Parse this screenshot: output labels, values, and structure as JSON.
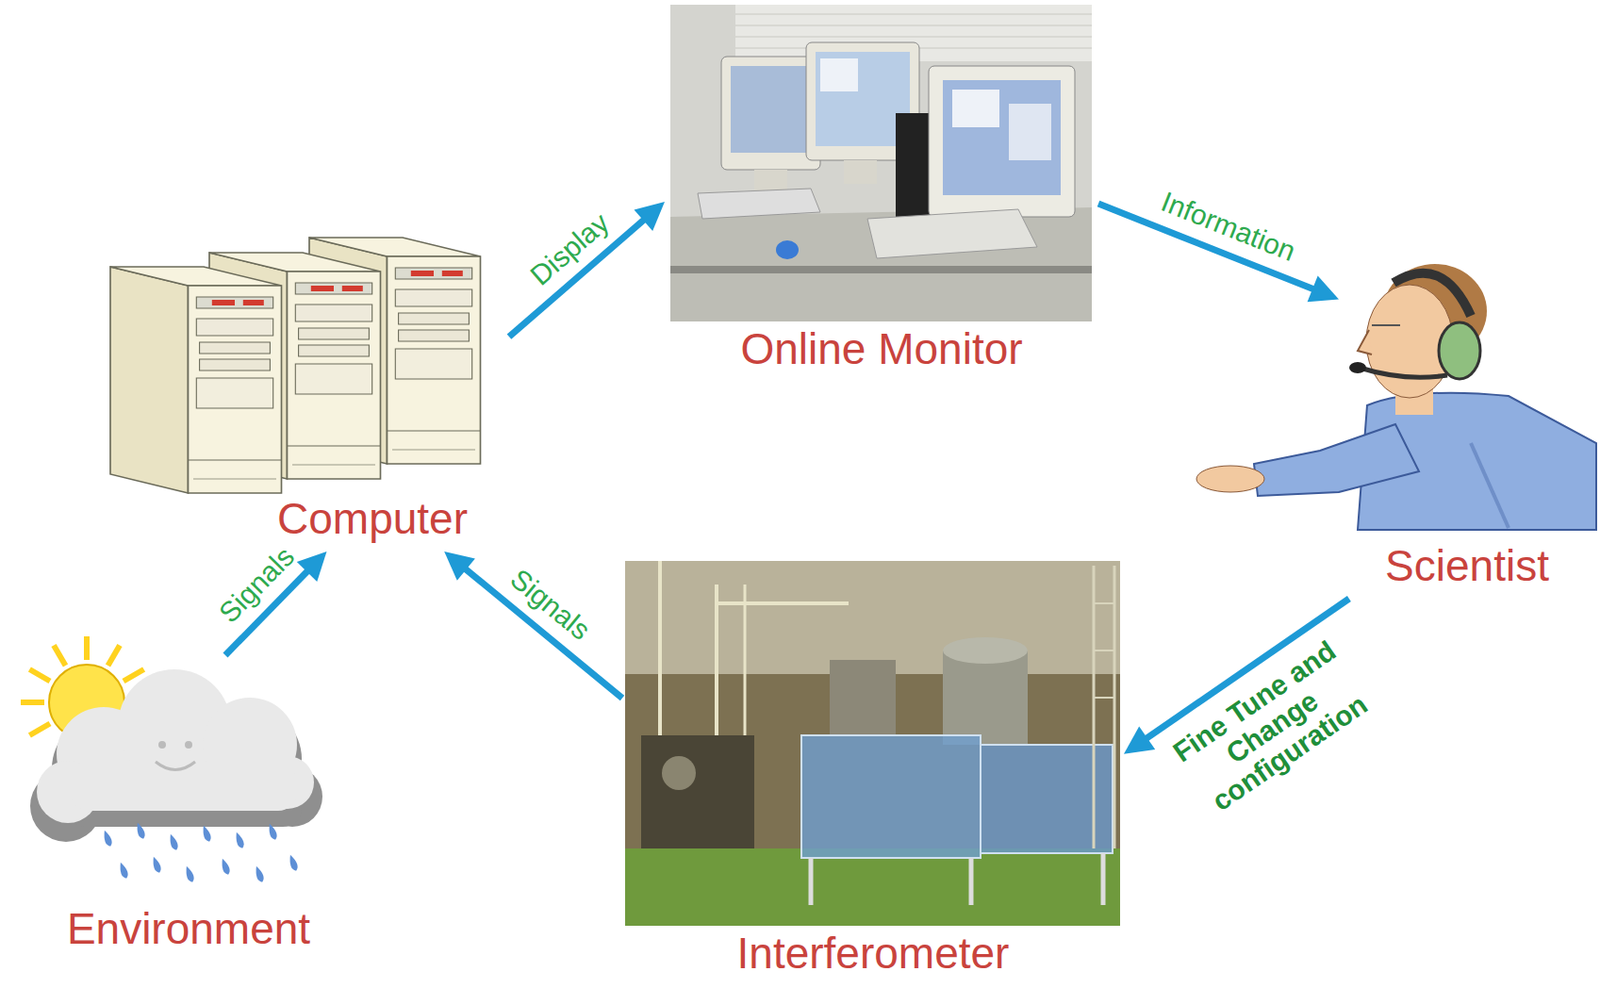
{
  "diagram": {
    "nodes": [
      {
        "text": [
          "Online Monitor"
        ]
      },
      {
        "text": [
          "Computer"
        ]
      },
      {
        "text": [
          "Scientist"
        ]
      },
      {
        "text": [
          "Interferometer"
        ]
      },
      {
        "text": [
          "Environment"
        ]
      }
    ],
    "edges": [
      {
        "from": 4,
        "to": 1,
        "label": "Signals",
        "arrow": "to"
      },
      {
        "from": 3,
        "to": 1,
        "label": "Signals",
        "arrow": "to"
      },
      {
        "from": 1,
        "to": 0,
        "label": "Display",
        "arrow": "to"
      },
      {
        "from": 0,
        "to": 2,
        "label": "Information",
        "arrow": "to"
      },
      {
        "from": 2,
        "to": 3,
        "label": "Fine Tune and Change configuration",
        "arrow": "to"
      }
    ]
  }
}
